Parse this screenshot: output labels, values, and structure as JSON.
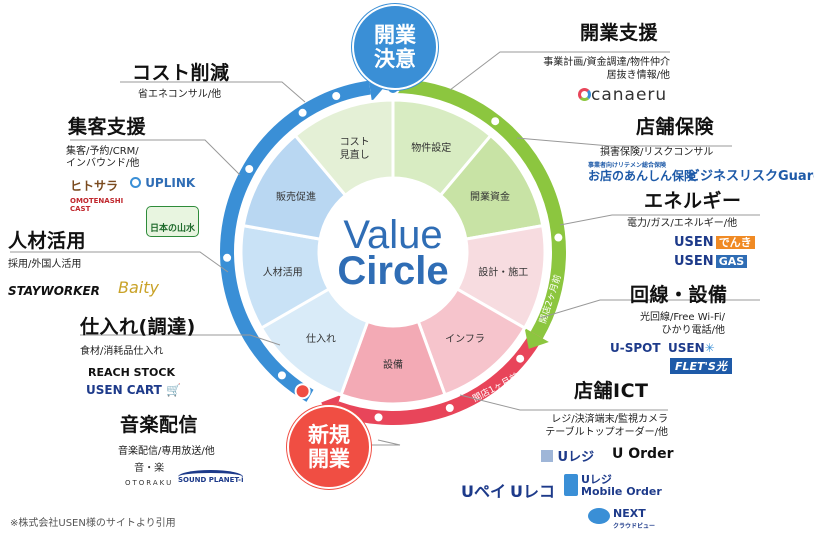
{
  "center": {
    "line1": "Value",
    "line2": "Circle"
  },
  "milestones": {
    "start": {
      "line1": "開業",
      "line2": "決意"
    },
    "open": {
      "line1": "新規",
      "line2": "開業"
    }
  },
  "ring_labels": {
    "before2": "開店2ヶ月前",
    "before1": "開店1ヶ月前"
  },
  "segments": [
    "物件設定",
    "開業資金",
    "設計・施工",
    "インフラ",
    "設備",
    "仕入れ",
    "人材活用",
    "販売促進",
    "コスト見直し"
  ],
  "cost_segment": {
    "line1": "コスト",
    "line2": "見直し"
  },
  "right": [
    {
      "title": "開業支援",
      "desc": [
        "事業計画/資金調達/物件仲介",
        "居抜き情報/他"
      ]
    },
    {
      "title": "店舗保険",
      "desc": [
        "損害保険/リスクコンサル"
      ]
    },
    {
      "title": "エネルギー",
      "desc": [
        "電力/ガス/エネルギー/他"
      ]
    },
    {
      "title": "回線・設備",
      "desc": [
        "光回線/Free Wi-Fi/",
        "ひかり電話/他"
      ]
    },
    {
      "title": "店舗ICT",
      "desc": [
        "レジ/決済端末/監視カメラ",
        "テーブルトップオーダー/他"
      ]
    }
  ],
  "left": [
    {
      "title": "コスト削減",
      "desc": [
        "省エネコンサル/他"
      ]
    },
    {
      "title": "集客支援",
      "desc": [
        "集客/予約/CRM/",
        "インバウンド/他"
      ]
    },
    {
      "title": "人材活用",
      "desc": [
        "採用/外国人活用"
      ]
    },
    {
      "title": "仕入れ(調達)",
      "desc": [
        "食材/消耗品仕入れ"
      ]
    },
    {
      "title": "音楽配信",
      "desc": [
        "音楽配信/専用放送/他"
      ]
    }
  ],
  "logos": {
    "canaeru": "canaeru",
    "insurance_small": "事業者向けリテメン総合保険",
    "insurance_a": "お店のあんしん保険",
    "insurance_b": "ビジネスリスクGuard",
    "usen": "USEN",
    "denki": "でんき",
    "gas": "GAS",
    "uspot": "U-SPOT",
    "usen_star": "USEN",
    "flets": "FLET'S光",
    "uregi": "Uレジ",
    "uorder": "U Order",
    "upay": "Uペイ",
    "ureco": "Uレコ",
    "uregi_mobile_a": "Uレジ",
    "uregi_mobile_b": "Mobile Order",
    "next_a": "NEXT",
    "next_b": "クラウドビュー",
    "hitosara": "ヒトサラ",
    "uplink": "UPLINK",
    "omotenashi_a": "OMOTENASHI",
    "omotenashi_b": "CAST",
    "nihon": "日本の山水",
    "stayworker": "STAYWORKER",
    "bailey": "Baity",
    "reach": "REACH STOCK",
    "usen_cart": "USEN CART",
    "otoraku_a": "音・楽",
    "otoraku_b": "OTORAKU",
    "soundplanet": "SOUND PLANET-i"
  },
  "footnote": "※株式会社USEN様のサイトより引用",
  "colors": {
    "green_arc": "#8cc63f",
    "blue_arc": "#3a8fd6",
    "red_arc": "#e8455a",
    "center_text": "#2f6db5",
    "start_bubble": "#3a8fd6",
    "open_bubble": "#f04e43"
  }
}
